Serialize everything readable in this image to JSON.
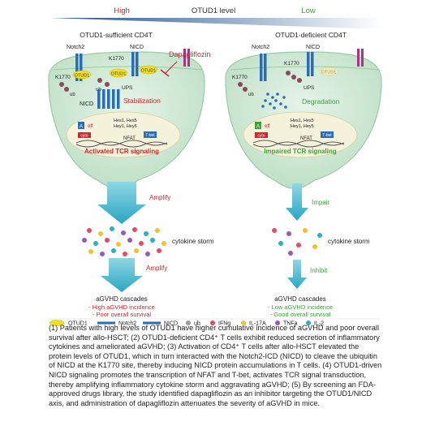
{
  "header": {
    "high_label": "High",
    "level_label": "OTUD1 level",
    "low_label": "Low",
    "colors": {
      "high": "#d6232a",
      "low": "#3aa43a",
      "arrow": "#1f4e8c"
    }
  },
  "left_panel": {
    "title": "OTUD1-sufficient CD4T",
    "notch2": "Notch2",
    "nicd": "NICD",
    "k1770": "K1770",
    "otud1": "OTUD1",
    "ub": "ub",
    "ups": "UPS",
    "drug": "Dapagliflozin",
    "stabilization": "Stabilization",
    "nicd_inner": "NICD",
    "off": "off",
    "genes": [
      "Hes1, Hes5",
      "Hey1, Hey5"
    ],
    "box_a": "A",
    "cyto": "cyto",
    "nfat": "NFAT",
    "tbet": "T-bet",
    "signaling": "Activated TCR signaling",
    "amplify1": "Amplify",
    "storm": "cytokine storm",
    "amplify2": "Amplify",
    "cascades": "aGVHD cascades",
    "outcomes": [
      "- High aGVHD incidence",
      "- Poor overall survival"
    ]
  },
  "right_panel": {
    "title": "OTUD1-deficient CD4T",
    "notch2": "Notch2",
    "nicd": "NICD",
    "k1770": "K1770",
    "otud1": "OTUD1",
    "ub": "ub",
    "ups": "UPS",
    "degradation": "Degradation",
    "off": "off",
    "genes": [
      "Hes1, Hes5",
      "Hey1, Hey5"
    ],
    "box_a": "A",
    "cyto": "cyto",
    "nfat": "NFAT",
    "tbet": "T-bet",
    "signaling": "Impaired TCR signaling",
    "impair": "Impair",
    "storm": "cytokine storm",
    "inhibit": "Inhibit",
    "cascades": "aGVHD cascades",
    "outcomes": [
      "- Low aGVHD incidence",
      "- Good overall survival"
    ]
  },
  "legend": {
    "items": [
      {
        "label": "OTUD1",
        "icon": "otud1-oval",
        "color": "#f5e11a"
      },
      {
        "label": "Notch2",
        "icon": "notch2-bar",
        "color": "#2a6db5"
      },
      {
        "label": "NICD",
        "icon": "nicd-bar",
        "color": "#2a6db5"
      },
      {
        "label": "ub",
        "icon": "ub-dot",
        "color": "#9a9a9a"
      },
      {
        "label": "IFNg",
        "icon": "ifng-dot",
        "color": "#e84a5f"
      },
      {
        "label": "IL-17A",
        "icon": "il17a-dot",
        "color": "#f2c12e"
      },
      {
        "label": "TNFa",
        "icon": "tnfa-dot",
        "color": "#9b59b6"
      },
      {
        "label": "IL-2",
        "icon": "il2-dot",
        "color": "#2ab0c5"
      }
    ]
  },
  "colors": {
    "cell_fill": "#cfe8d3",
    "cell_stroke": "#9cc9a5",
    "nucleus_fill": "#f4f2da",
    "blue_bar": "#2a6db5",
    "arrow_fill": "#3ab7cf",
    "red_text": "#d6232a",
    "green_text": "#3aa43a",
    "ub_fill": "#8a4a5a",
    "magenta": "#b02f8a"
  },
  "caption": "(1) Patients with high levels of OTUD1 have higher cumulative incidence of aGVHD and poor overall survival after allo-HSCT; (2) OTUD1-deficient CD4⁺ T cells exhibit reduced secretion of inflammatory cytokines and ameliorated aGVHD; (3) Activation of CD4⁺ T cells after allo-HSCT elevated the protein levels of OTUD1, which in turn interacted with the Notch2-ICD (NICD) to cleave the ubiquitin of NICD at the K1770 site, thereby inducing NICD protein accumulations in T cells. (4) OTUD1-driven NICD signaling promotes the transcription of NFAT and T-bet, activates TCR signal transduction, thereby amplifying inflammatory cytokine storm and aggravating aGVHD; (5) By screening an FDA-approved drugs library, the study identified dapagliflozin as an inhibitor targeting the OTUD1/NICD axis, and administration of dapagliflozin attenuates the severity of aGVHD in mice."
}
